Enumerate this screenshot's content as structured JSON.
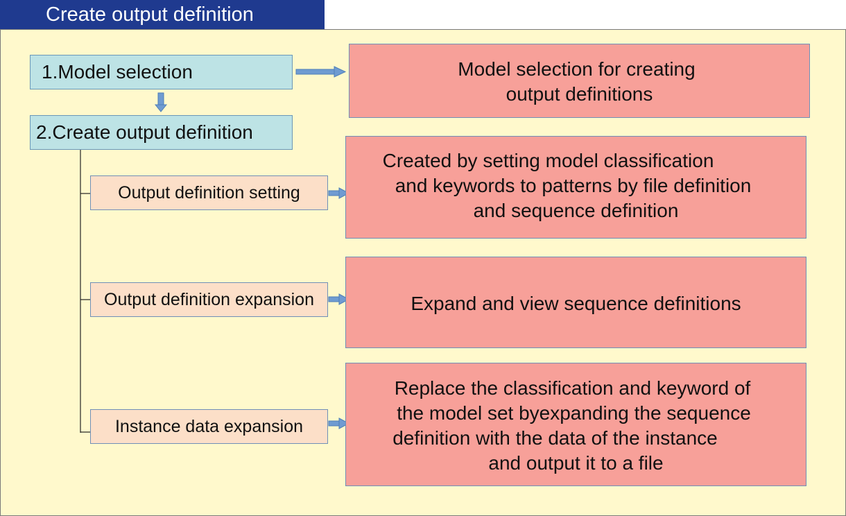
{
  "header": {
    "title": "Create output definition"
  },
  "steps": [
    {
      "label": "1.Model selection"
    },
    {
      "label": "2.Create output definition"
    }
  ],
  "substeps": [
    {
      "label": "Output definition setting"
    },
    {
      "label": "Output definition expansion"
    },
    {
      "label": "Instance data expansion"
    }
  ],
  "descriptions": [
    {
      "lines": [
        "Model selection for creating",
        "output definitions"
      ]
    },
    {
      "lines": [
        "Created by setting model classification",
        "and keywords to patterns by file definition",
        "and sequence definition"
      ]
    },
    {
      "lines": [
        "Expand and view sequence definitions"
      ]
    },
    {
      "lines": [
        "Replace the classification and keyword of",
        "the model set byexpanding the sequence",
        "definition with the data of the instance",
        "and output it to a file"
      ]
    }
  ],
  "colors": {
    "title_bg": "#1f3a8f",
    "panel_bg": "#fff9cc",
    "step_bg": "#bde3e5",
    "substep_bg": "#fcdfc8",
    "description_bg": "#f7a099",
    "arrow": "#6f9bd1"
  }
}
